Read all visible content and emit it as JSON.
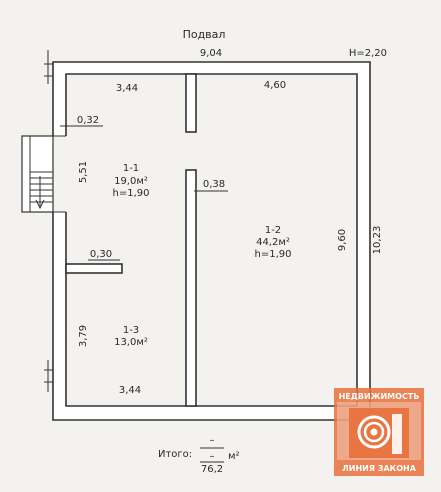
{
  "plan": {
    "title": "Подвал",
    "overall_width": "9,04",
    "ceiling_height": "H=2,20",
    "depth_outer": "10,23",
    "depth_inner": "9,60",
    "dims": {
      "room1_top_width": "3,44",
      "room2_top_width": "4,60",
      "wall_thickness_left": "0,32",
      "partition_thickness": "0,38",
      "room1_depth": "5,51",
      "stub_wall_thickness": "0,30",
      "room3_depth": "3,79",
      "bottom_width": "3,44"
    },
    "rooms": [
      {
        "id": "1-1",
        "area": "19,0м²",
        "height": "h=1,90"
      },
      {
        "id": "1-2",
        "area": "44,2м²",
        "height": "h=1,90"
      },
      {
        "id": "1-3",
        "area": "13,0м²"
      }
    ],
    "total": {
      "label": "Итого:",
      "numerator": "–",
      "middle": "–",
      "value": "76,2",
      "unit": "м²"
    }
  },
  "watermark": {
    "top": "НЕДВИЖИМОСТЬ",
    "bottom": "ЛИНИЯ ЗАКОНА",
    "color": "#e8703a",
    "logo_icon": "spiral-column-logo-icon"
  }
}
